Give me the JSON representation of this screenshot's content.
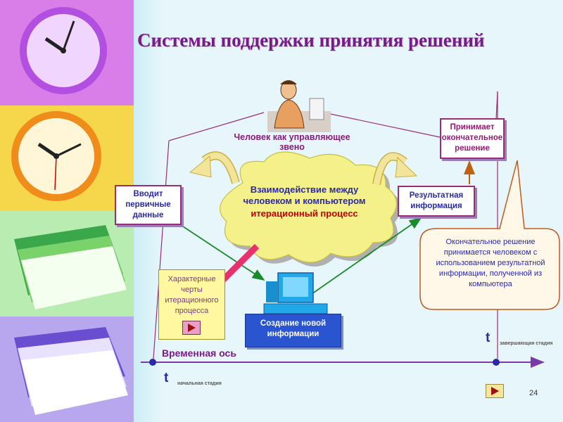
{
  "title": "Системы поддержки принятия решений",
  "human_label": "Человек как управляющее звено",
  "input_box": "Вводит первичные данные",
  "cloud": {
    "line1": "Взаимодействие между  человеком и компьютером",
    "line2": "итерационный процесс"
  },
  "result_box": "Результатная информация",
  "final_box": "Принимает окончательное решение",
  "callout": "Окончательное решение принимается человеком с использованием результатной информации, полученной из компьютера",
  "features_box": "Характерные черты итерационного процесса",
  "new_info_box": "Создание новой информации",
  "axis_label": "Временная ось",
  "t_end": "t",
  "t_end_label": "завершающая стадия",
  "t_start": "t",
  "t_start_label": "начальная стадия",
  "page_number": "24",
  "colors": {
    "title": "#7a1a88",
    "box_border": "#9a2c7a",
    "blue_box": "#2b55d0",
    "cloud": "#f5f07a",
    "arrow_green": "#1a8a2a",
    "axis": "#7a3aa8"
  }
}
